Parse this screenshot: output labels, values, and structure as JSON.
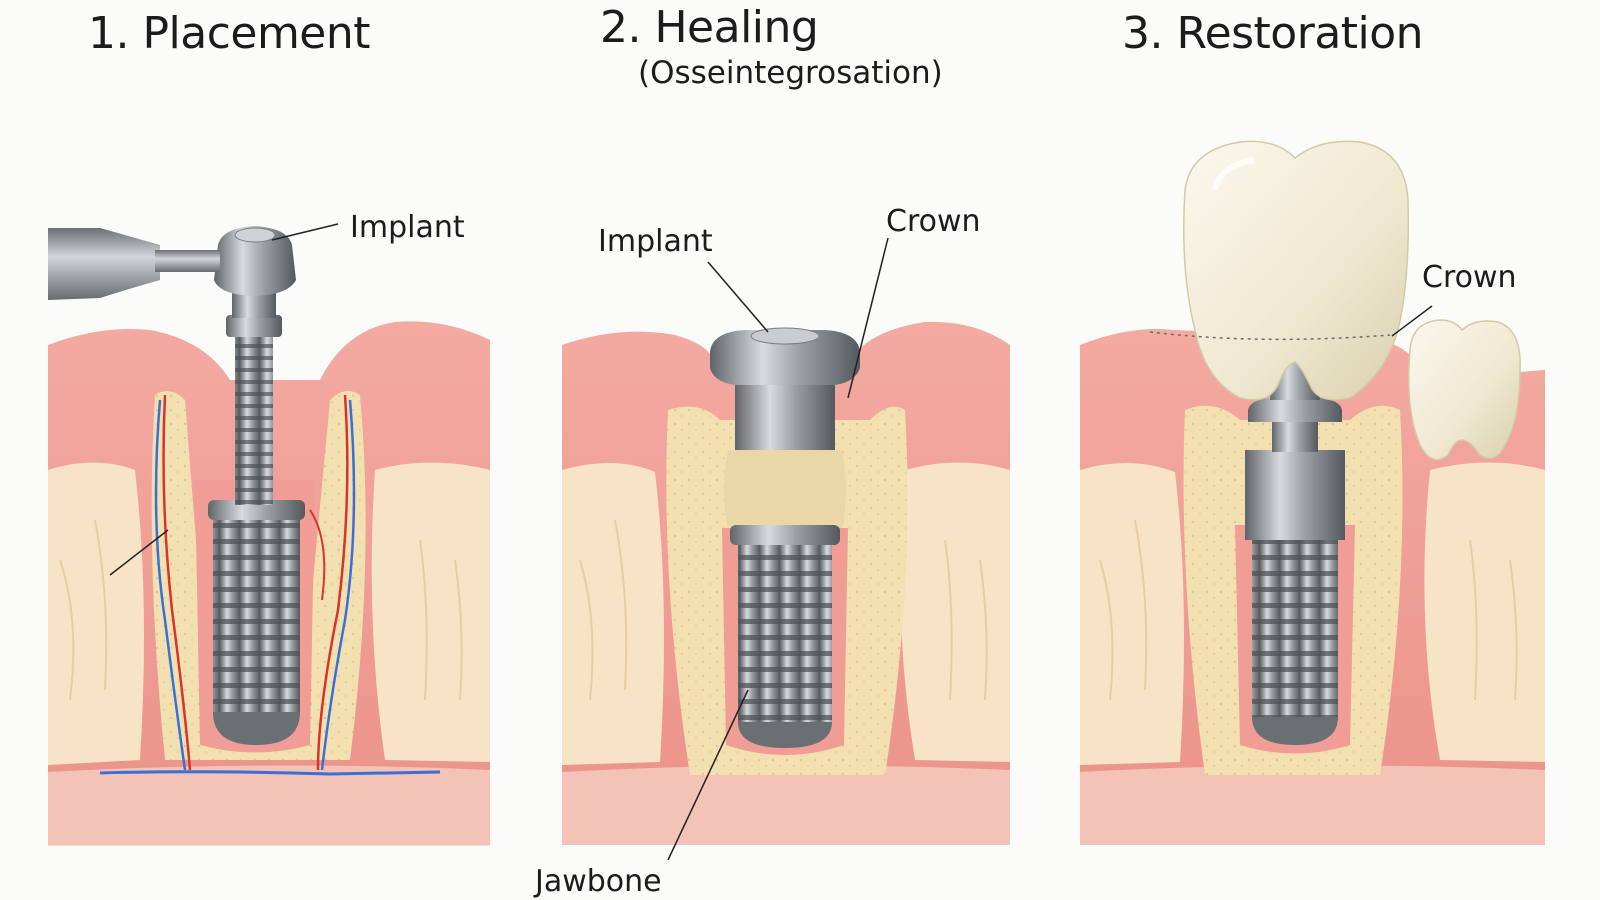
{
  "panels": [
    {
      "title": "1. Placement",
      "labels": {
        "implant": "Implant"
      }
    },
    {
      "title": "2. Healing",
      "subtitle": "(Osseintegrosation)",
      "labels": {
        "implant": "Implant",
        "crown": "Crown",
        "jawbone": "Jawbone"
      }
    },
    {
      "title": "3. Restoration",
      "labels": {
        "crown": "Crown"
      }
    }
  ],
  "colors": {
    "gum": "#ef9d95",
    "gum_light": "#f6c2b8",
    "bone": "#f4e2b5",
    "root": "#f7e4c8",
    "metal": "#8f9499",
    "crown": "#efe8d2",
    "nerve_red": "#d9342b",
    "nerve_blue": "#3a6fd8"
  },
  "icons": [
    "drill-handpiece-icon",
    "implant-screw-icon",
    "abutment-icon",
    "crown-tooth-icon",
    "adjacent-tooth-icon"
  ]
}
